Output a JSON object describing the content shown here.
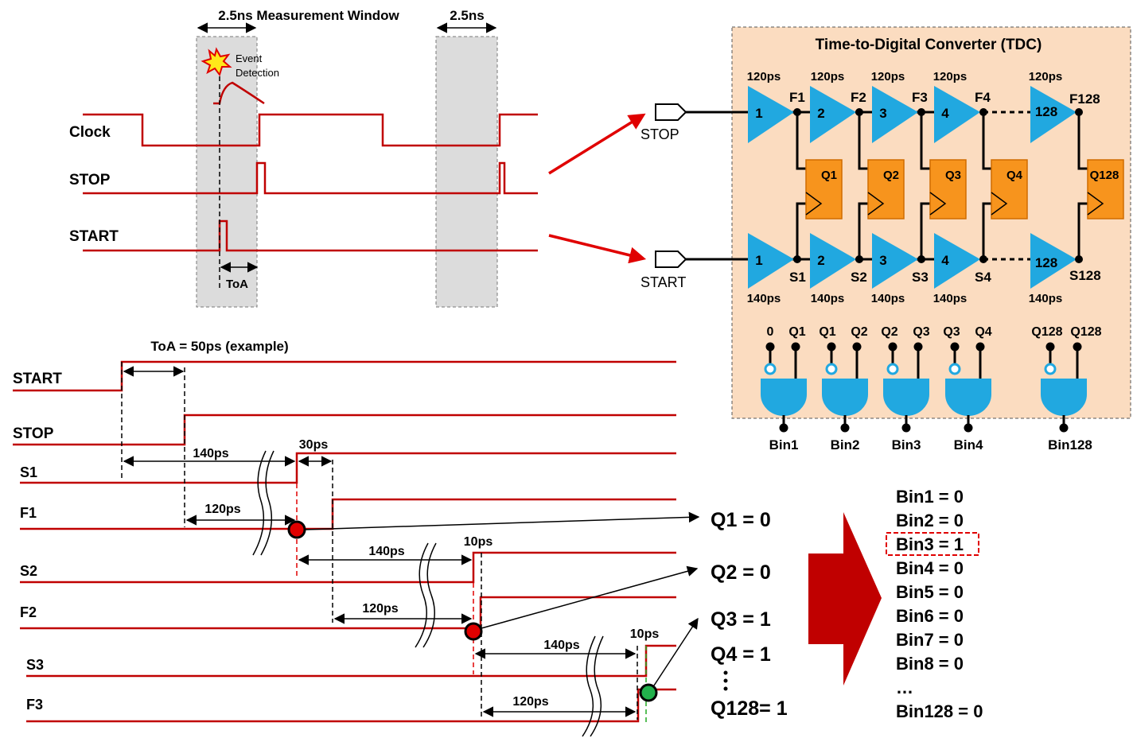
{
  "timing_top": {
    "window_label": "2.5ns Measurement Window",
    "window2_label": "2.5ns",
    "event_label_1": "Event",
    "event_label_2": "Detection",
    "signals": [
      "Clock",
      "STOP",
      "START"
    ],
    "toa_label": "ToA"
  },
  "tdc": {
    "title": "Time-to-Digital Converter (TDC)",
    "stop_label": "STOP",
    "start_label": "START",
    "stop_delay": "120ps",
    "start_delay": "140ps",
    "stop_buffers": [
      {
        "num": "1",
        "node": "F1"
      },
      {
        "num": "2",
        "node": "F2"
      },
      {
        "num": "3",
        "node": "F3"
      },
      {
        "num": "4",
        "node": "F4"
      },
      {
        "num": "128",
        "node": "F128"
      }
    ],
    "start_buffers": [
      {
        "num": "1",
        "node": "S1"
      },
      {
        "num": "2",
        "node": "S2"
      },
      {
        "num": "3",
        "node": "S3"
      },
      {
        "num": "4",
        "node": "S4"
      },
      {
        "num": "128",
        "node": "S128"
      }
    ],
    "flipflops": [
      "Q1",
      "Q2",
      "Q3",
      "Q4",
      "Q128"
    ],
    "gates": [
      {
        "in_a": "0",
        "in_b": "Q1",
        "out": "Bin1"
      },
      {
        "in_a": "Q1",
        "in_b": "Q2",
        "out": "Bin2"
      },
      {
        "in_a": "Q2",
        "in_b": "Q3",
        "out": "Bin3"
      },
      {
        "in_a": "Q3",
        "in_b": "Q4",
        "out": "Bin4"
      },
      {
        "in_a": "Q128",
        "in_b": "Q128",
        "out": "Bin128"
      }
    ]
  },
  "timing_bottom": {
    "toa_example": "ToA = 50ps (example)",
    "signals": [
      "START",
      "STOP",
      "S1",
      "F1",
      "S2",
      "F2",
      "S3",
      "F3"
    ],
    "d140": "140ps",
    "d120": "120ps",
    "d30": "30ps",
    "d10": "10ps"
  },
  "q_results": [
    "Q1 = 0",
    "Q2 = 0",
    "Q3 = 1",
    "Q4 = 1",
    "Q128= 1"
  ],
  "bins": [
    "Bin1 = 0",
    "Bin2 = 0",
    "Bin3 = 1",
    "Bin4 = 0",
    "Bin5 = 0",
    "Bin6 = 0",
    "Bin7 = 0",
    "Bin8 = 0",
    "…",
    "Bin128 = 0"
  ],
  "colors": {
    "signal": "#c00000",
    "buffer": "#21a8e0",
    "flipflop": "#f7941d",
    "panel": "#fbdcc0",
    "big_arrow": "#c00000"
  }
}
